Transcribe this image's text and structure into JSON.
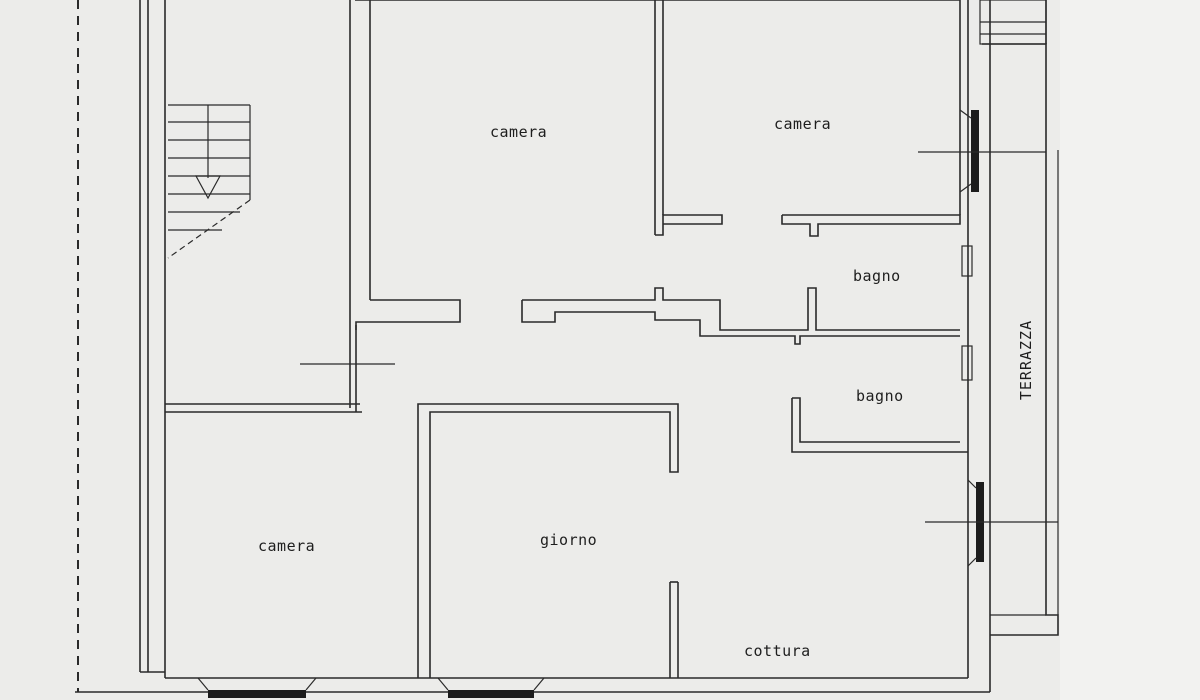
{
  "floor_plan": {
    "rooms": {
      "camera_center": "camera",
      "camera_top_right": "camera",
      "bagno_upper": "bagno",
      "bagno_lower": "bagno",
      "camera_bottom_left": "camera",
      "giorno": "giorno",
      "cottura": "cottura"
    },
    "terrace": "TERRAZZA"
  }
}
